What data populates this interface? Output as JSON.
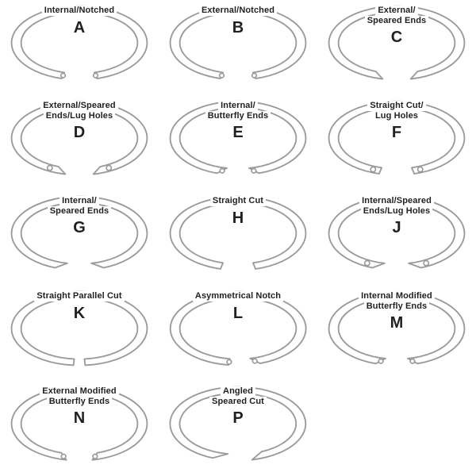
{
  "page": {
    "background": "#ffffff",
    "description": "Chart of retaining ring end types, lettered A through P"
  },
  "colors": {
    "ring_stroke": "#9a9a9a",
    "ring_fill": "#ffffff",
    "text": "#231f20"
  },
  "grid": {
    "columns": 3,
    "rows": 5
  },
  "items": [
    {
      "letter": "A",
      "label_lines": [
        "Internal/Notched"
      ],
      "style": "notched",
      "holes": false
    },
    {
      "letter": "B",
      "label_lines": [
        "External/Notched"
      ],
      "style": "notched",
      "holes": false
    },
    {
      "letter": "C",
      "label_lines": [
        "External/",
        "Speared Ends"
      ],
      "style": "spear-ext",
      "holes": false
    },
    {
      "letter": "D",
      "label_lines": [
        "External/Speared",
        "Ends/Lug Holes"
      ],
      "style": "spear-ext",
      "holes": true
    },
    {
      "letter": "E",
      "label_lines": [
        "Internal/",
        "Butterfly Ends"
      ],
      "style": "butterfly-int",
      "holes": false
    },
    {
      "letter": "F",
      "label_lines": [
        "Straight Cut/",
        "Lug Holes"
      ],
      "style": "straight",
      "holes": true
    },
    {
      "letter": "G",
      "label_lines": [
        "Internal/",
        "Speared Ends"
      ],
      "style": "spear-int",
      "holes": false
    },
    {
      "letter": "H",
      "label_lines": [
        "Straight Cut"
      ],
      "style": "straight",
      "holes": false
    },
    {
      "letter": "J",
      "label_lines": [
        "Internal/Speared",
        "Ends/Lug Holes"
      ],
      "style": "spear-int",
      "holes": true
    },
    {
      "letter": "K",
      "label_lines": [
        "Straight Parallel Cut"
      ],
      "style": "straight-narrow",
      "holes": false
    },
    {
      "letter": "L",
      "label_lines": [
        "Asymmetrical Notch"
      ],
      "style": "asym-notch",
      "holes": false
    },
    {
      "letter": "M",
      "label_lines": [
        "Internal Modified",
        "Butterfly Ends"
      ],
      "style": "butterfly-int",
      "holes": false
    },
    {
      "letter": "N",
      "label_lines": [
        "External Modified",
        "Butterfly Ends"
      ],
      "style": "butterfly-ext",
      "holes": false
    },
    {
      "letter": "P",
      "label_lines": [
        "Angled",
        "Speared Cut"
      ],
      "style": "angled-spear",
      "holes": false
    }
  ]
}
